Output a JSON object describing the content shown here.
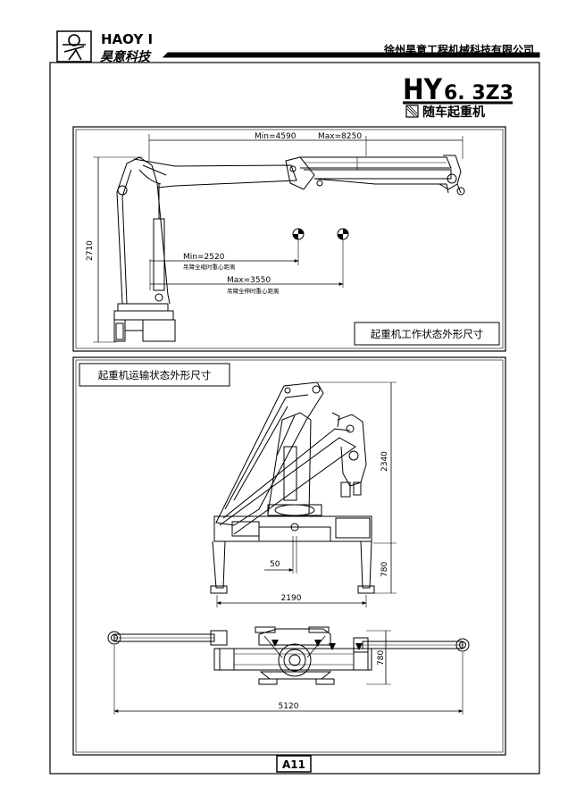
{
  "header": {
    "brand_en": "HAOY I",
    "brand_cn": "昊意科技",
    "company": "徐州昊意工程机械科技有限公司"
  },
  "model": {
    "prefix": "HY",
    "number": "6. 3Z3",
    "subtitle": "随车起重机"
  },
  "working_view": {
    "caption": "起重机工作状态外形尺寸",
    "outreach_min": "Min=4590",
    "outreach_max": "Max=8250",
    "height": "2710",
    "cog_min": "Min=2520",
    "cog_min_note": "吊臂全缩时重心距离",
    "cog_max": "Max=3550",
    "cog_max_note": "吊臂全伸时重心距离"
  },
  "transport_view": {
    "caption": "起重机运输状态外形尺寸",
    "height": "2340",
    "dim_50": "50",
    "base_height": "780",
    "leg_span": "2190",
    "plan_width": "780",
    "outrigger_span": "5120"
  },
  "footer": {
    "page": "A11"
  }
}
